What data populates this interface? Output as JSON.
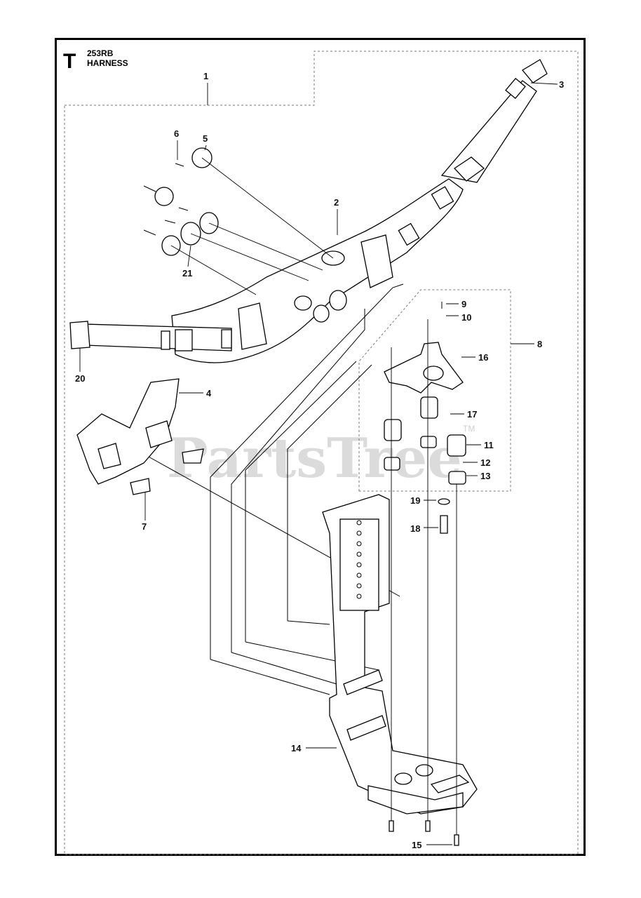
{
  "header": {
    "letter": "T",
    "model": "253RB",
    "title": "HARNESS"
  },
  "watermark": {
    "text": "PartsTree",
    "tm": "TM"
  },
  "callouts": [
    {
      "id": "1",
      "label": "1"
    },
    {
      "id": "2",
      "label": "2"
    },
    {
      "id": "3",
      "label": "3"
    },
    {
      "id": "4",
      "label": "4"
    },
    {
      "id": "5",
      "label": "5"
    },
    {
      "id": "6",
      "label": "6"
    },
    {
      "id": "7",
      "label": "7"
    },
    {
      "id": "8",
      "label": "8"
    },
    {
      "id": "9",
      "label": "9"
    },
    {
      "id": "10",
      "label": "10"
    },
    {
      "id": "11",
      "label": "11"
    },
    {
      "id": "12",
      "label": "12"
    },
    {
      "id": "13",
      "label": "13"
    },
    {
      "id": "14",
      "label": "14"
    },
    {
      "id": "15",
      "label": "15"
    },
    {
      "id": "16",
      "label": "16"
    },
    {
      "id": "17",
      "label": "17"
    },
    {
      "id": "18",
      "label": "18"
    },
    {
      "id": "19",
      "label": "19"
    },
    {
      "id": "20",
      "label": "20"
    },
    {
      "id": "21",
      "label": "21"
    }
  ]
}
